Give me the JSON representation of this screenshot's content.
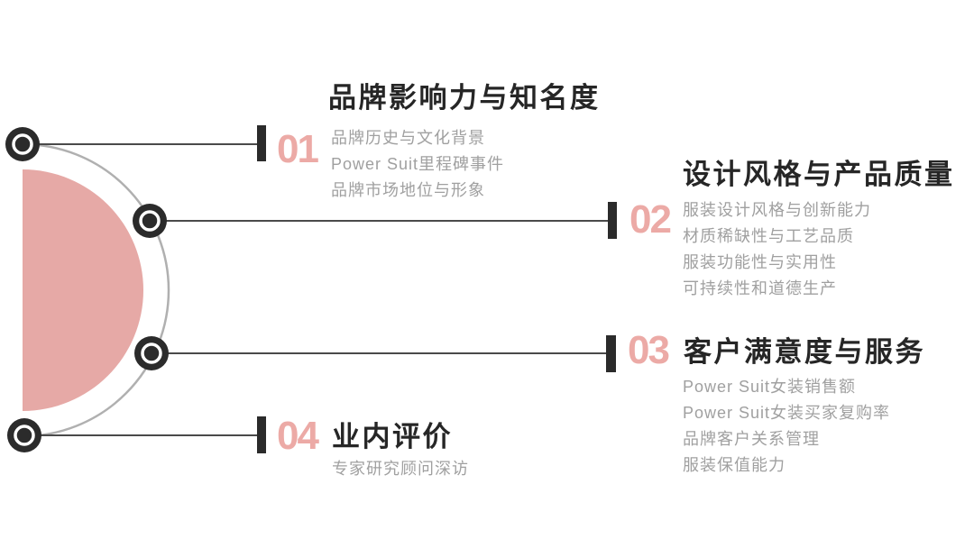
{
  "theme": {
    "background": "#ffffff",
    "accent_pink": "#e6a9a6",
    "number_pink": "#ecaaa6",
    "dark": "#2b2b2b",
    "title_color": "#262626",
    "item_gray": "#a0a0a0",
    "line_gray": "#4a4a4a",
    "arc_gray": "#b0b0b0"
  },
  "sections": [
    {
      "number": "01",
      "title": "品牌影响力与知名度",
      "items": [
        "品牌历史与文化背景",
        "Power Suit里程碑事件",
        "品牌市场地位与形象"
      ]
    },
    {
      "number": "02",
      "title": "设计风格与产品质量",
      "items": [
        "服装设计风格与创新能力",
        "材质稀缺性与工艺品质",
        "服装功能性与实用性",
        "可持续性和道德生产"
      ]
    },
    {
      "number": "03",
      "title": "客户满意度与服务",
      "items": [
        "Power Suit女装销售额",
        "Power Suit女装买家复购率",
        "品牌客户关系管理",
        "服装保值能力"
      ]
    },
    {
      "number": "04",
      "title": "业内评价",
      "items": [
        "专家研究顾问深访"
      ]
    }
  ]
}
